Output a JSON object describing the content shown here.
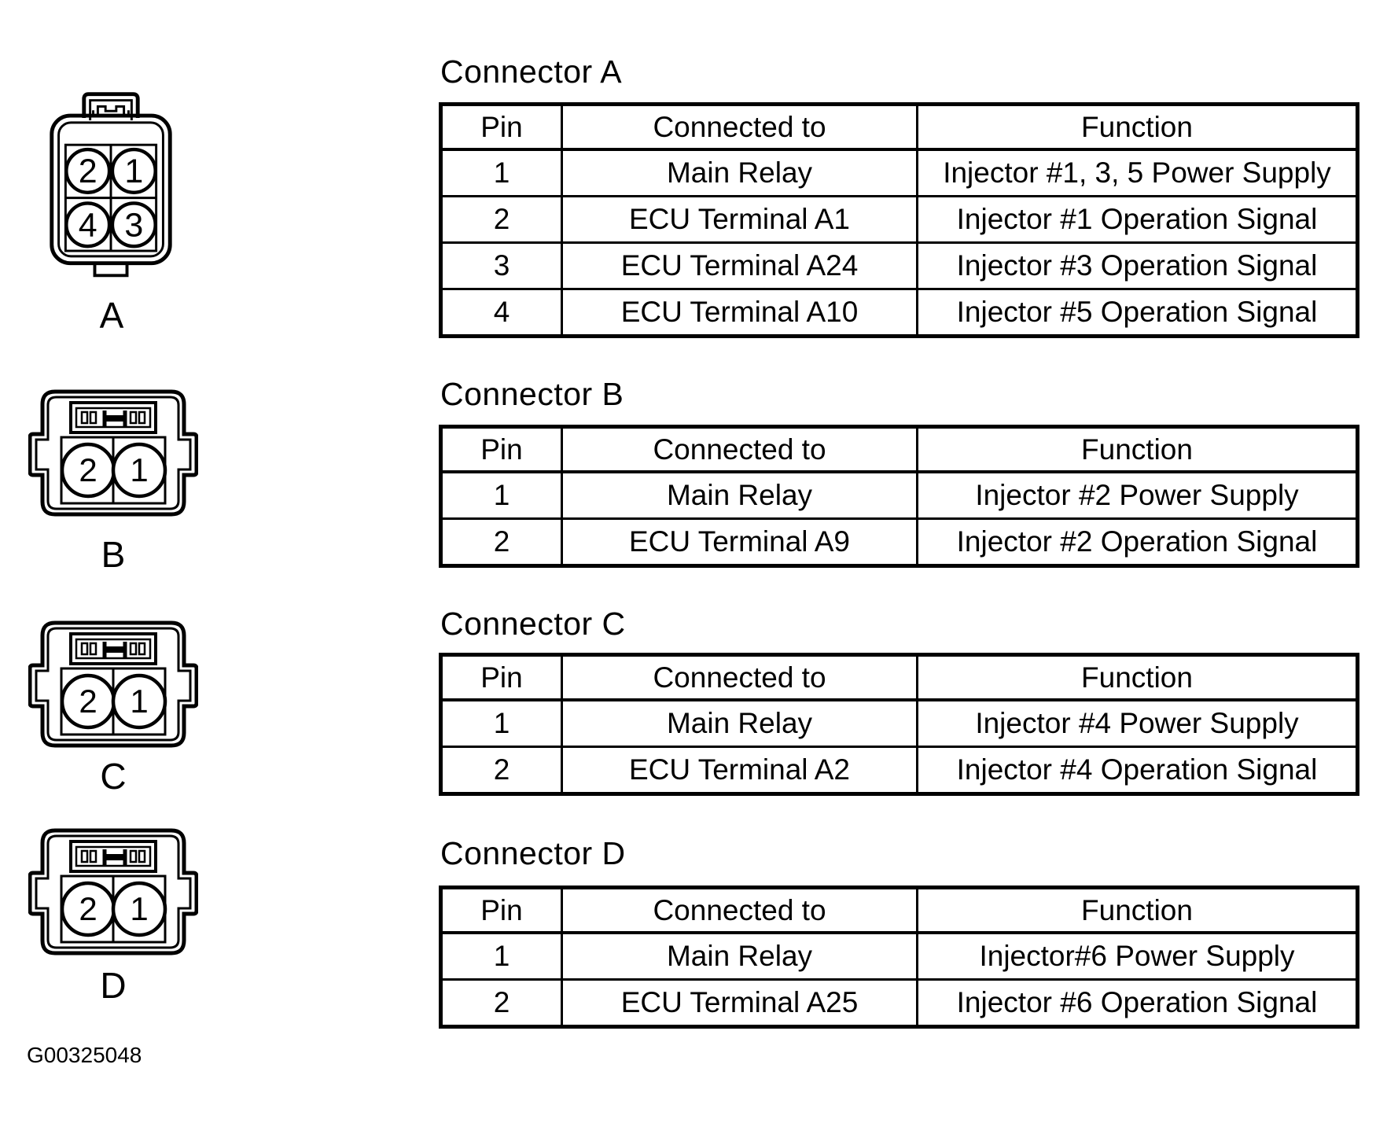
{
  "page": {
    "paper_color": "#ffffff",
    "ink_color": "#000000"
  },
  "figure_id": "G00325048",
  "connector_diagrams": [
    {
      "label": "A",
      "pins": [
        "2",
        "1",
        "4",
        "3"
      ]
    },
    {
      "label": "B",
      "pins": [
        "2",
        "1"
      ]
    },
    {
      "label": "C",
      "pins": [
        "2",
        "1"
      ]
    },
    {
      "label": "D",
      "pins": [
        "2",
        "1"
      ]
    }
  ],
  "tables": [
    {
      "title": "Connector A",
      "headers": [
        "Pin",
        "Connected to",
        "Function"
      ],
      "rows": [
        [
          "1",
          "Main Relay",
          "Injector #1, 3, 5 Power Supply"
        ],
        [
          "2",
          "ECU Terminal A1",
          "Injector #1 Operation Signal"
        ],
        [
          "3",
          "ECU Terminal A24",
          "Injector #3 Operation Signal"
        ],
        [
          "4",
          "ECU Terminal A10",
          "Injector #5 Operation Signal"
        ]
      ]
    },
    {
      "title": "Connector B",
      "headers": [
        "Pin",
        "Connected to",
        "Function"
      ],
      "rows": [
        [
          "1",
          "Main Relay",
          "Injector #2 Power Supply"
        ],
        [
          "2",
          "ECU Terminal A9",
          "Injector #2 Operation Signal"
        ]
      ]
    },
    {
      "title": "Connector C",
      "headers": [
        "Pin",
        "Connected to",
        "Function"
      ],
      "rows": [
        [
          "1",
          "Main Relay",
          "Injector #4 Power Supply"
        ],
        [
          "2",
          "ECU Terminal A2",
          "Injector #4 Operation Signal"
        ]
      ]
    },
    {
      "title": "Connector D",
      "headers": [
        "Pin",
        "Connected to",
        "Function"
      ],
      "rows": [
        [
          "1",
          "Main Relay",
          "Injector#6 Power Supply"
        ],
        [
          "2",
          "ECU Terminal A25",
          "Injector #6 Operation Signal"
        ]
      ]
    }
  ]
}
